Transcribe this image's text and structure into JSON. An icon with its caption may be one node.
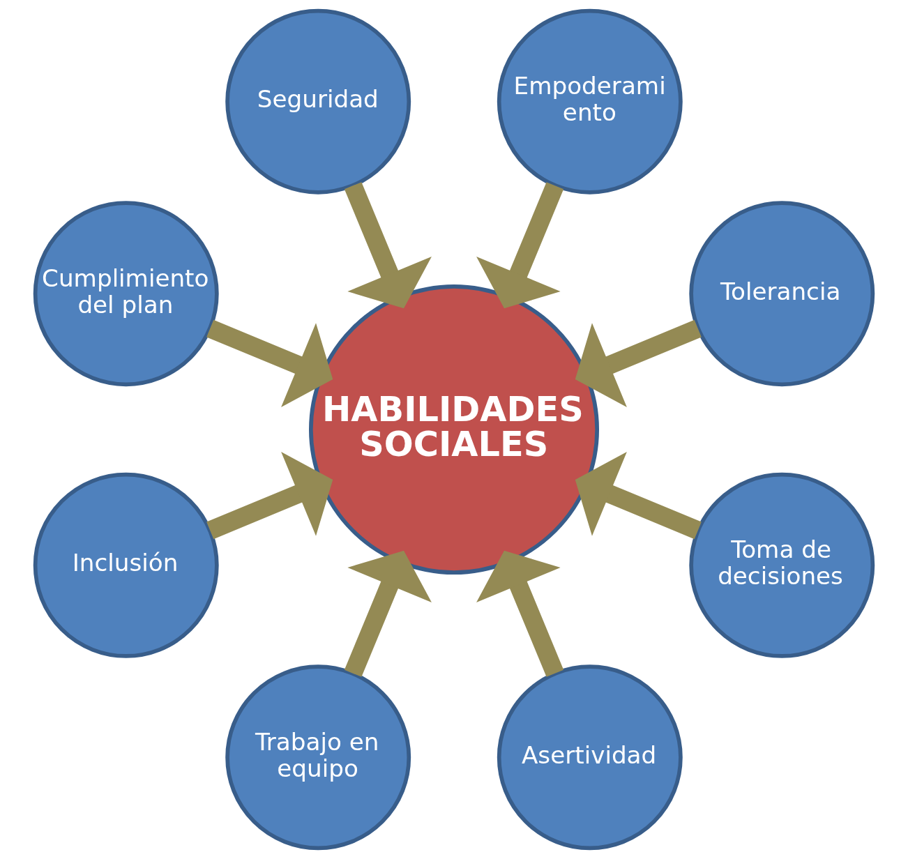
{
  "diagram": {
    "nodes": [
      {
        "text": [
          "Tolerancia"
        ]
      },
      {
        "text": [
          "Empoderami ento"
        ]
      },
      {
        "text": [
          "Seguridad"
        ]
      },
      {
        "text": [
          "Cumplimiento del plan"
        ]
      },
      {
        "text": [
          "HABILIDADES SOCIALES"
        ]
      },
      {
        "text": [
          "Inclusión"
        ]
      },
      {
        "text": [
          "Trabajo en equipo"
        ]
      },
      {
        "text": [
          "Asertividad"
        ]
      },
      {
        "text": [
          "Toma de decisiones"
        ]
      }
    ],
    "edges": [
      {
        "from": 0,
        "to": 4,
        "arrow": "to"
      },
      {
        "from": 2,
        "to": 4,
        "arrow": "to"
      },
      {
        "from": 5,
        "to": 4,
        "arrow": "to"
      },
      {
        "from": 7,
        "to": 4,
        "arrow": "to"
      },
      {
        "from": 8,
        "to": 4,
        "arrow": "to"
      },
      {
        "from": 6,
        "to": 4,
        "arrow": "to"
      },
      {
        "from": 3,
        "to": 4,
        "arrow": "to"
      },
      {
        "from": 1,
        "to": 4,
        "arrow": "to"
      }
    ]
  }
}
